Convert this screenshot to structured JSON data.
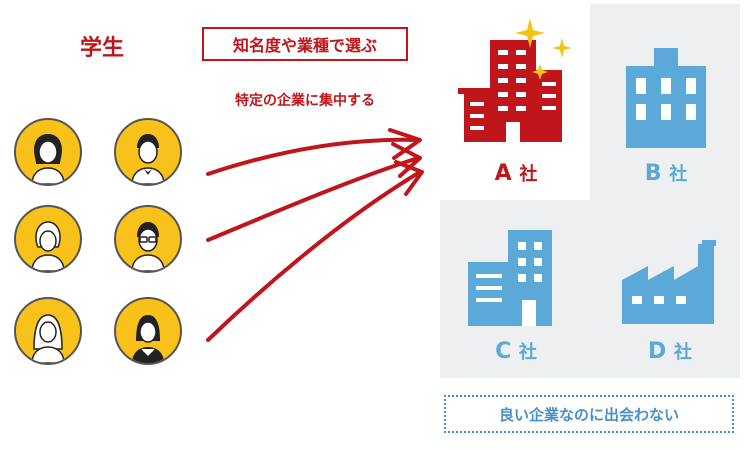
{
  "students": {
    "label": "学生",
    "avatars": [
      "student-1",
      "student-2",
      "student-3",
      "student-4",
      "student-5",
      "student-6"
    ]
  },
  "criteria": {
    "label": "知名度や業種で選ぶ"
  },
  "concentration": {
    "label": "特定の企業に集中する"
  },
  "companies": [
    {
      "letter": "A",
      "suffix": "社",
      "color": "#c0161b",
      "icon": "building-sparkle-icon"
    },
    {
      "letter": "B",
      "suffix": "社",
      "color": "#5aa9d8",
      "icon": "office-building-icon"
    },
    {
      "letter": "C",
      "suffix": "社",
      "color": "#5aa9d8",
      "icon": "office-building-icon"
    },
    {
      "letter": "D",
      "suffix": "社",
      "color": "#5aa9d8",
      "icon": "factory-icon"
    }
  ],
  "notice": {
    "label": "良い企業なのに出会わない"
  },
  "colors": {
    "accent_red": "#c0161b",
    "accent_blue": "#5aa9d8",
    "avatar_yellow": "#f8c21a"
  }
}
